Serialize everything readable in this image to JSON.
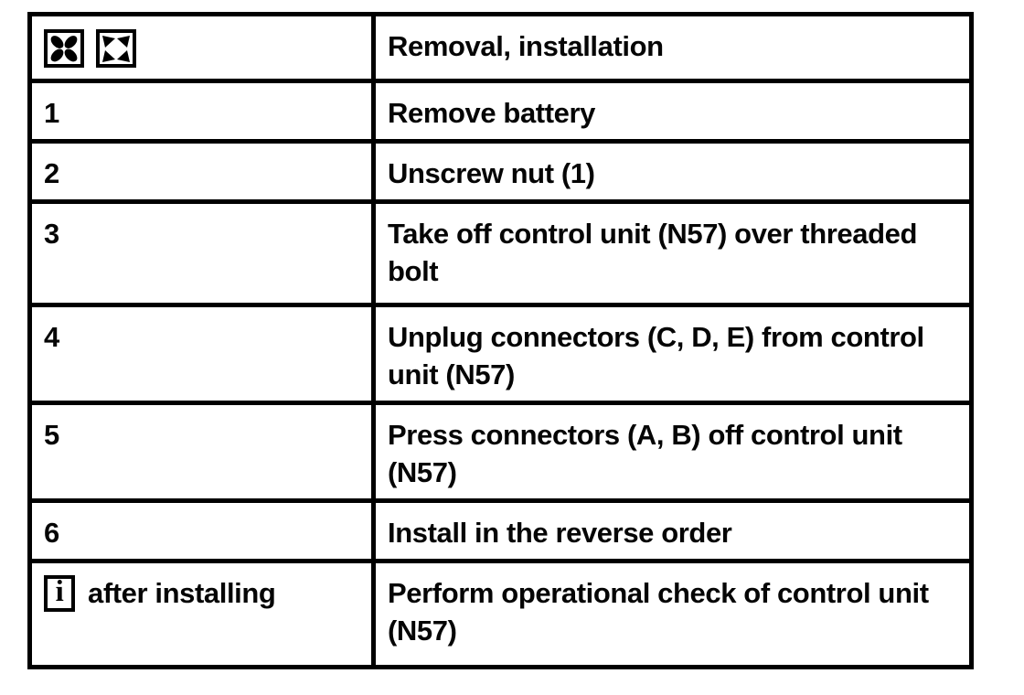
{
  "page": {
    "background": "#ffffff"
  },
  "table": {
    "colors": {
      "border": "#000000",
      "text": "#050505",
      "cell_background": "#ffffff"
    },
    "header": {
      "icons": [
        "removal-outward-arrows-icon",
        "installation-inward-arrows-icon"
      ],
      "title": "Removal, installation"
    },
    "rows": [
      {
        "step": "1",
        "instruction": "Remove battery"
      },
      {
        "step": "2",
        "instruction": "Unscrew nut (1)"
      },
      {
        "step": "3",
        "instruction": "Take off control unit (N57) over threaded bolt"
      },
      {
        "step": "4",
        "instruction": "Unplug connectors (C, D, E) from control unit (N57)"
      },
      {
        "step": "5",
        "instruction": "Press connectors (A, B) off control unit (N57)"
      },
      {
        "step": "6",
        "instruction": "Install in the reverse order"
      }
    ],
    "footer_row": {
      "icon": "info-icon",
      "icon_glyph": "i",
      "label": "after installing",
      "instruction": "Perform operational check of control unit (N57)"
    }
  }
}
